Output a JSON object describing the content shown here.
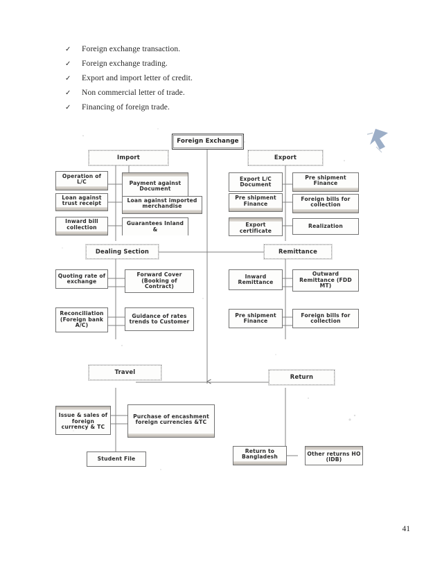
{
  "page": {
    "number": "41",
    "paper_color": "#ffffff",
    "ink_color": "#2a2a2a"
  },
  "bullets": {
    "marker": "✓",
    "items": [
      "Foreign exchange transaction.",
      "Foreign exchange trading.",
      "Export and import letter of credit.",
      "Non commercial letter of trade.",
      "Financing of foreign trade."
    ]
  },
  "diagram": {
    "type": "organogram",
    "root": "Foreign Exchange",
    "branches": [
      {
        "name": "Import",
        "children": [
          "Operation of L/C",
          "Payment against Document",
          "Loan against trust receipt",
          "Loan against imported merchandise",
          "Inward bill collection",
          "Guarantees Inland &"
        ]
      },
      {
        "name": "Export",
        "children": [
          "Export L/C Document",
          "Pre shipment Finance",
          "Pre shipment Finance",
          "Foreign bills for collection",
          "Export certificate",
          "Realization"
        ]
      },
      {
        "name": "Dealing Section",
        "children": [
          "Quoting rate of exchange",
          "Forward Cover (Booking of Contract)",
          "Reconciliation (Foreign bank A/C)",
          "Guidance of rates trends to Customer"
        ]
      },
      {
        "name": "Remittance",
        "children": [
          "Inward Remittance",
          "Outward Remittance  (FDD MT)",
          "Pre shipment Finance",
          "Foreign bills for collection"
        ]
      },
      {
        "name": "Travel",
        "children": [
          "Issue & sales of foreign currency & TC",
          "Purchase of encashment foreign currencies &TC",
          "Student File"
        ]
      },
      {
        "name": "Return",
        "children": [
          "Return to Bangladesh",
          "Other returns HO (IDB)"
        ]
      }
    ],
    "nodes": {
      "root": "Foreign Exchange",
      "import": "Import",
      "export": "Export",
      "operation_lc": "Operation of L/C",
      "payment_against_document": "Payment against Document",
      "loan_against_trust_receipt": "Loan against trust receipt",
      "loan_against_imported_merchandise": "Loan against imported merchandise",
      "inward_bill_collection": "Inward bill collection",
      "guarantees_inland": "Guarantees Inland &",
      "export_lc_document": "Export L/C Document",
      "pre_shipment_finance_1": "Pre shipment Finance",
      "pre_shipment_finance_2": "Pre shipment Finance",
      "foreign_bills_collection_1": "Foreign bills for collection",
      "export_certificate": "Export certificate",
      "realization": "Realization",
      "dealing_section": "Dealing Section",
      "remittance": "Remittance",
      "quoting_rate": "Quoting rate of exchange",
      "forward_cover": "Forward Cover (Booking of Contract)",
      "reconciliation": "Reconciliation (Foreign bank A/C)",
      "guidance_rates": "Guidance of rates trends to Customer",
      "inward_remittance": "Inward Remittance",
      "outward_remittance": "Outward Remittance  (FDD MT)",
      "pre_shipment_finance_3": "Pre shipment Finance",
      "foreign_bills_collection_2": "Foreign bills for collection",
      "travel": "Travel",
      "return": "Return",
      "issue_sales_currency": "Issue & sales of foreign currency & TC",
      "purchase_encashment": "Purchase of encashment foreign currencies &TC",
      "student_file": "Student File",
      "return_to_bangladesh": "Return to Bangladesh",
      "other_returns": "Other returns HO (IDB)"
    }
  }
}
